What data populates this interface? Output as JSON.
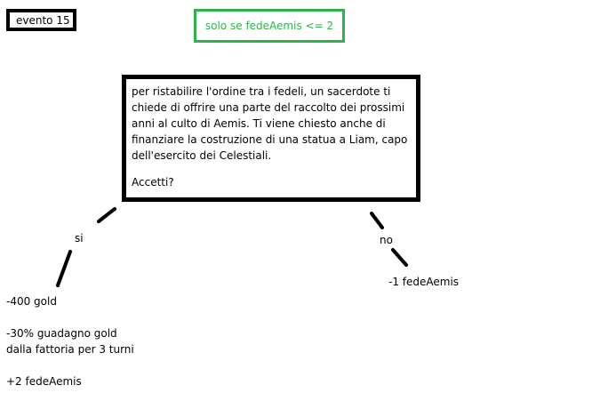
{
  "event": {
    "title": "evento 15"
  },
  "condition": {
    "text": "solo se fedeAemis <= 2"
  },
  "question": {
    "lines": [
      "per ristabilire l'ordine tra i fedeli, un sacerdote ti",
      "chiede di offrire una parte del raccolto dei prossimi",
      "anni al culto di Aemis. Ti viene chiesto anche di",
      "finanziare la costruzione di una statua a Liam, capo",
      "dell'esercito dei Celestiali."
    ],
    "prompt": "Accetti?"
  },
  "branches": {
    "yes": {
      "label": "si",
      "effects": {
        "gold": "-400 gold",
        "farm_line1": "-30% guadagno gold",
        "farm_line2": "dalla fattoria per 3 turni",
        "faith": "+2 fedeAemis"
      }
    },
    "no": {
      "label": "no",
      "effects": {
        "faith": "-1 fedeAemis"
      }
    }
  },
  "colors": {
    "condition_border": "#2db34a",
    "box_border": "#000000",
    "connector": "#000000"
  }
}
